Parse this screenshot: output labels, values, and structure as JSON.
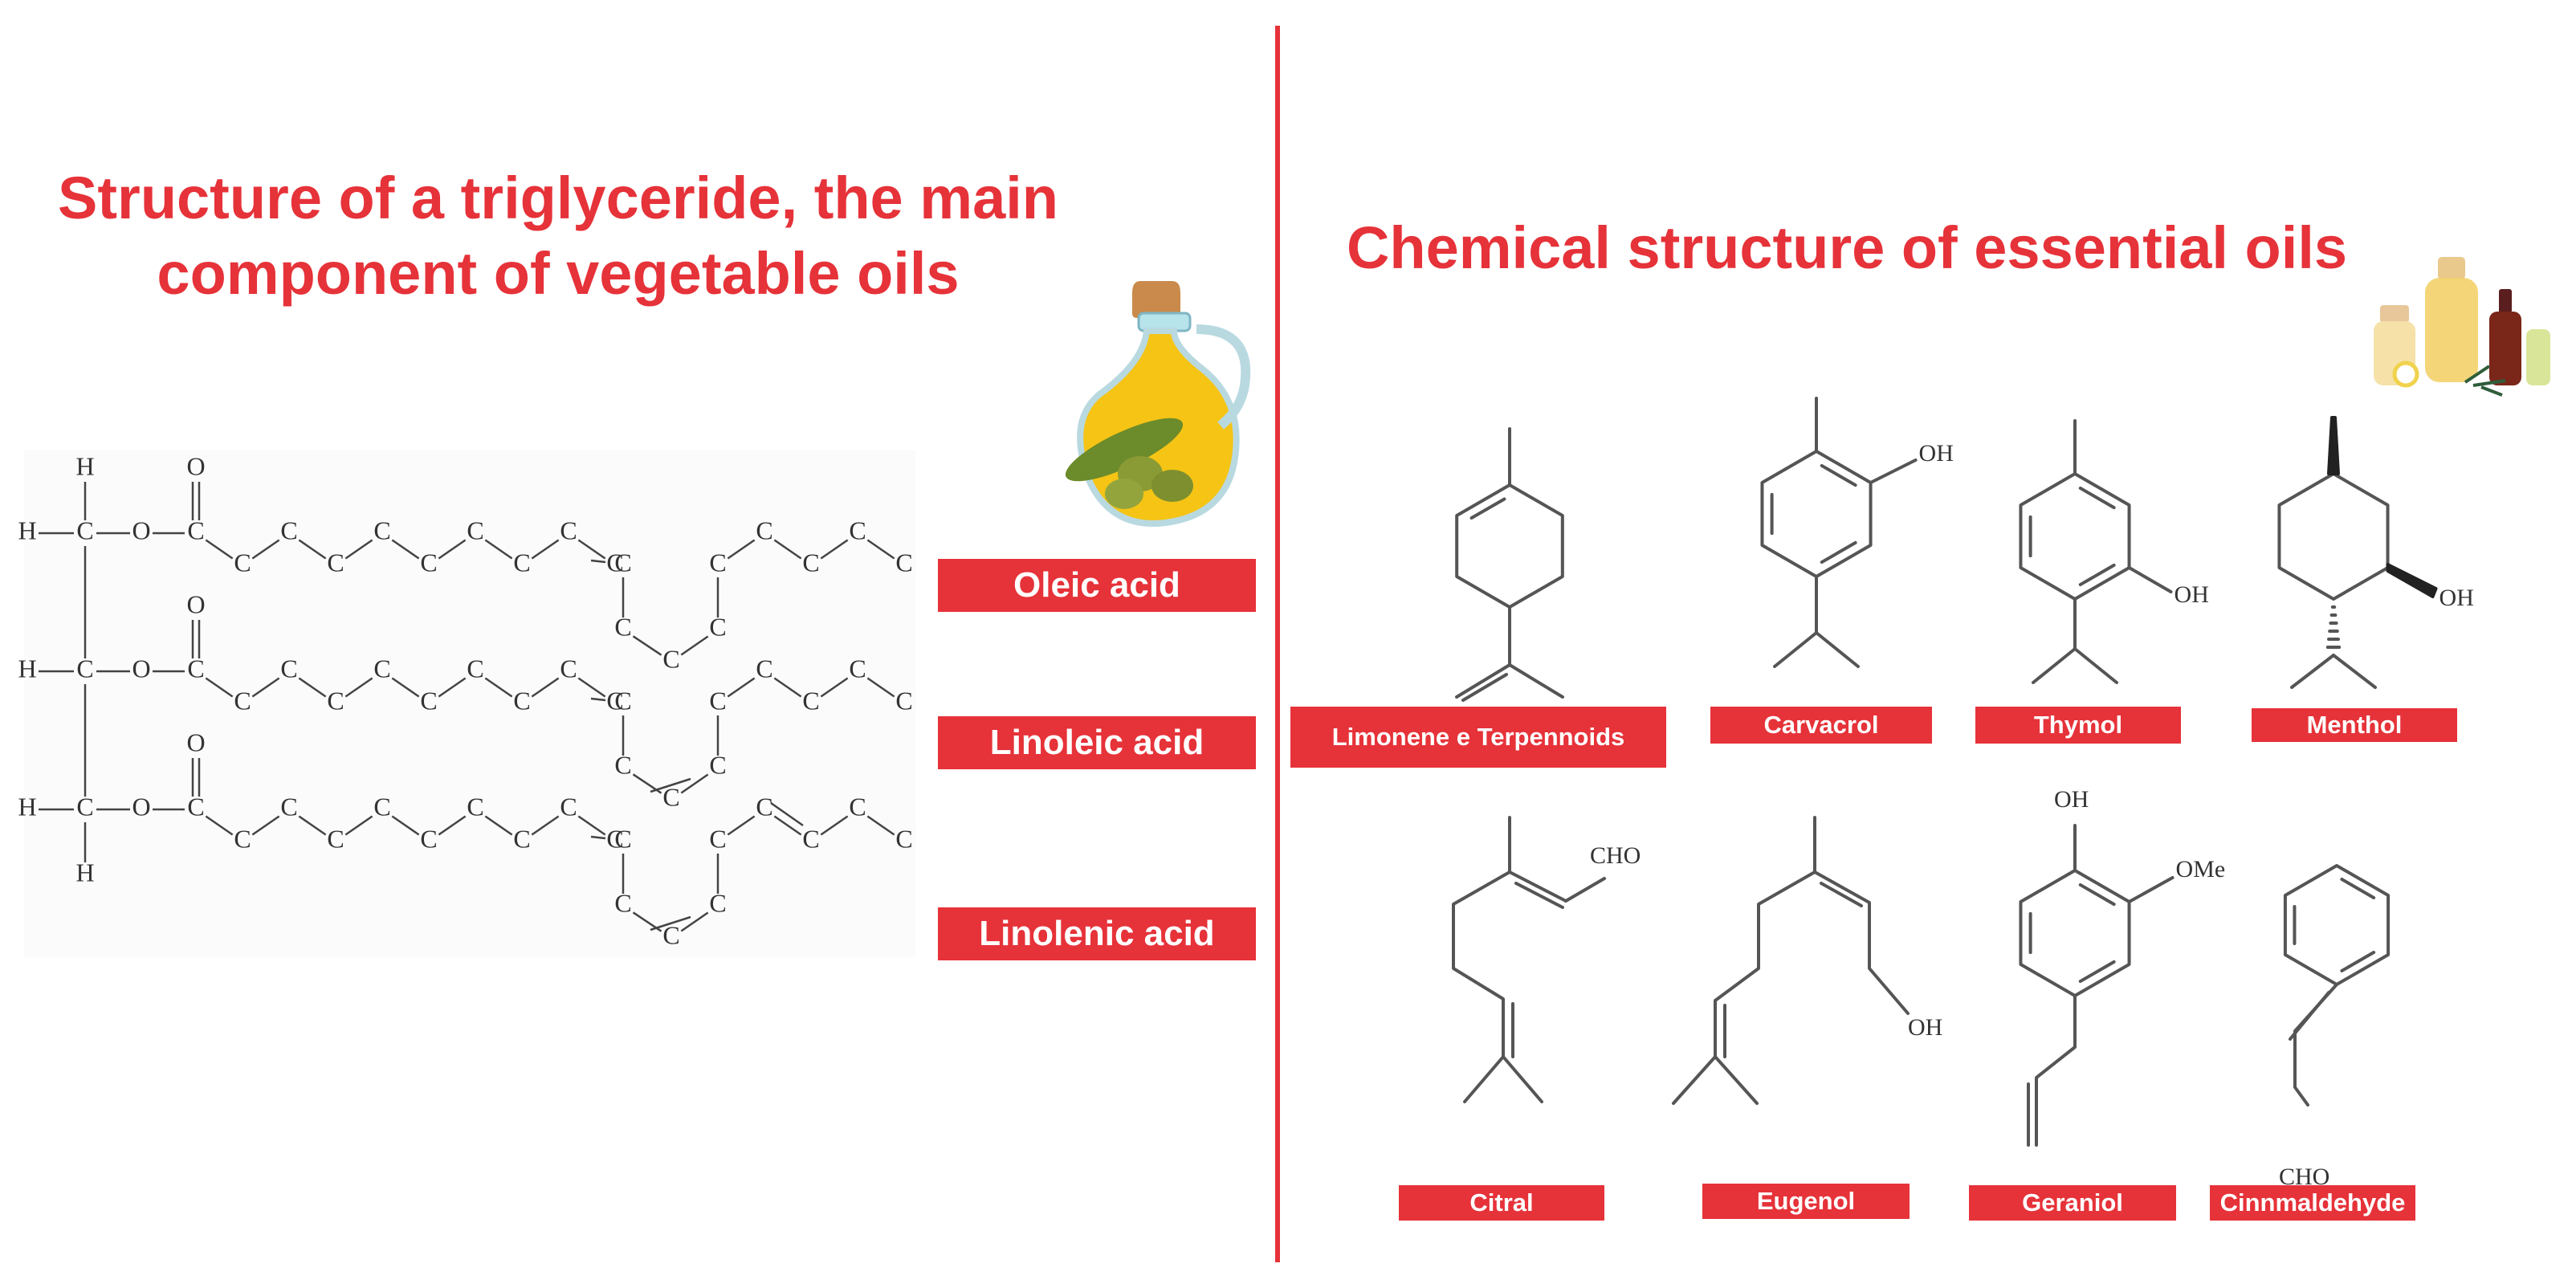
{
  "left_panel": {
    "title_line1": "Structure of a triglyceride, the main",
    "title_line2": "component of vegetable oils",
    "acids": [
      "Oleic acid",
      "Linoleic acid",
      "Linolenic acid"
    ]
  },
  "right_panel": {
    "title": "Chemical structure of essential oils",
    "compounds_row1": [
      "Limonene e Terpennoids",
      "Carvacrol",
      "Thymol",
      "Menthol"
    ],
    "compounds_row2": [
      "Citral",
      "Eugenol",
      "Geraniol",
      "Cinnmaldehyde"
    ]
  },
  "atoms": {
    "h": "H",
    "c": "C",
    "o": "O",
    "oh": "OH",
    "cho": "CHO",
    "ome": "OMe"
  },
  "colors": {
    "accent": "#e63239",
    "bond": "#555555",
    "text_on_accent": "#ffffff"
  },
  "icons": [
    "olive-oil-bottle-icon",
    "essential-oil-bottles-icon"
  ]
}
